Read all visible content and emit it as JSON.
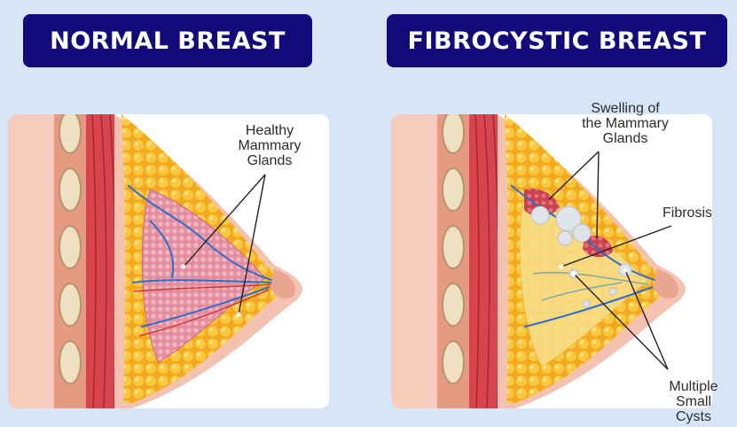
{
  "titles": {
    "normal": "NORMAL BREAST",
    "fibrocystic": "FIBROCYSTIC BREAST"
  },
  "labels": {
    "healthy_glands": [
      "Healthy",
      "Mammary",
      "Glands"
    ],
    "swelling": [
      "Swelling of",
      "the Mammary",
      "Glands"
    ],
    "fibrosis": "Fibrosis",
    "cysts": [
      "Multiple",
      "Small",
      "Cysts"
    ]
  },
  "colors": {
    "background": "#d6e6f7",
    "badge": "#120a78",
    "skin": "#f4c2b0",
    "muscle": "#d8454f",
    "fat": "#f6b928",
    "gland": "#e79aa8",
    "vessel": "#2e6cc9",
    "cyst": "#dfe4ea",
    "fibrosis": "#f8dd86"
  }
}
